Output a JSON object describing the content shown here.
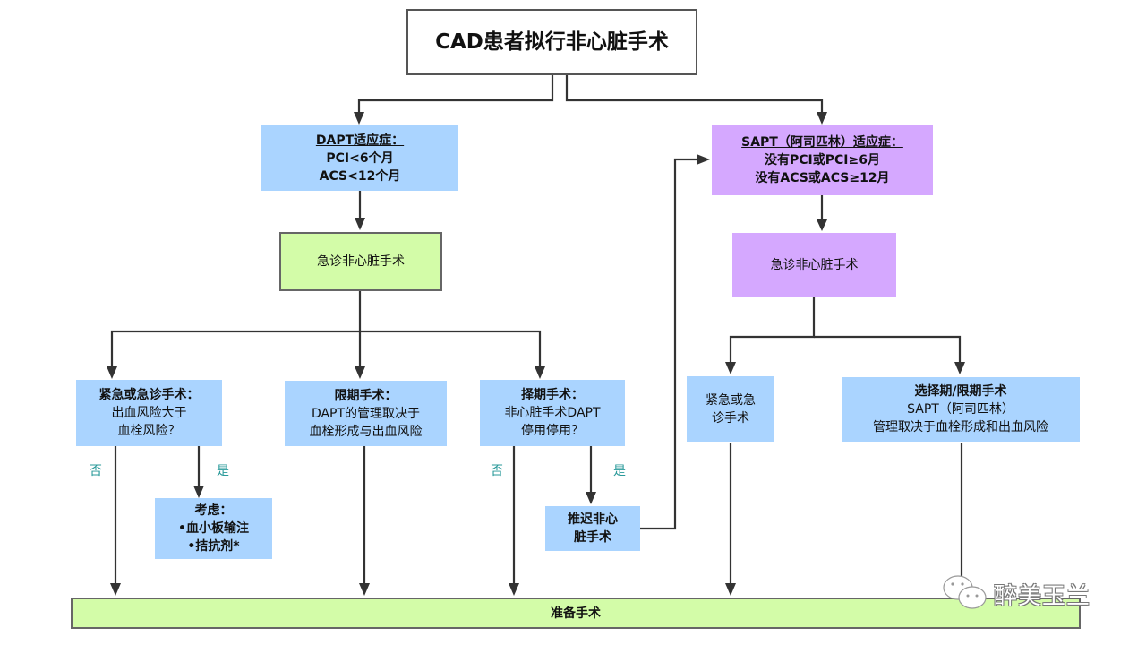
{
  "title": "CAD患者拟行非心脏手术",
  "left_branch": {
    "indication_title": "DAPT适应症：",
    "indication_lines": [
      "PCI<6个月",
      "ACS<12个月"
    ],
    "emergency_box": "急诊非心脏手术",
    "urgent": {
      "title": "紧急或急诊手术：",
      "lines": [
        "出血风险大于",
        "血栓风险？"
      ]
    },
    "urgent_no": "否",
    "urgent_yes": "是",
    "consider": {
      "title": "考虑：",
      "lines": [
        "•血小板输注",
        "•拮抗剂*"
      ]
    },
    "time_limited": {
      "title": "限期手术：",
      "lines": [
        "DAPT的管理取决于",
        "血栓形成与出血风险"
      ]
    },
    "elective": {
      "title": "择期手术：",
      "lines": [
        "非心脏手术DAPT",
        "停用停用？"
      ]
    },
    "elective_no": "否",
    "elective_yes": "是",
    "postpone": {
      "lines": [
        "推迟非心",
        "脏手术"
      ]
    }
  },
  "right_branch": {
    "indication_title": "SAPT（阿司匹林）适应症：",
    "indication_lines": [
      "没有PCI或PCI≥6月",
      "没有ACS或ACS≥12月"
    ],
    "emergency_box": "急诊非心脏手术",
    "urgent": {
      "lines": [
        "紧急或急",
        "诊手术"
      ]
    },
    "elective": {
      "title": "选择期/限期手术",
      "lines": [
        "SAPT（阿司匹林）",
        "管理取决于血栓形成和出血风险"
      ]
    }
  },
  "final_box": "准备手术",
  "watermark": {
    "icon": "wechat-icon",
    "text": "醉美玉兰"
  },
  "colors": {
    "blue": "#aad4ff",
    "purple": "#d5a8ff",
    "green": "#d3fca8",
    "line": "#333333",
    "label": "#2a9a9a"
  }
}
